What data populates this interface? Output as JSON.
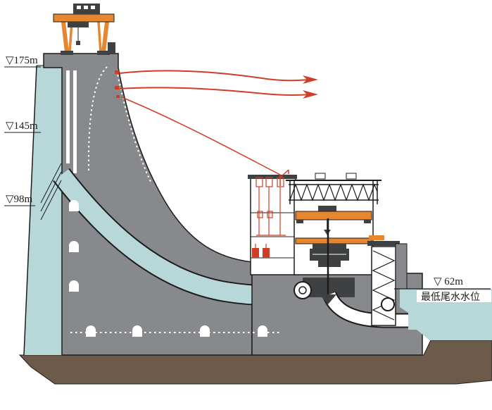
{
  "title": "hydropower-dam-cross-section",
  "labels": {
    "level_175": "▽175m",
    "level_145": "▽145m",
    "level_98": "▽98m",
    "level_62": "▽ 62m",
    "tailwater_note": "最低尾水水位"
  },
  "colors": {
    "water": "#b7d7d9",
    "dam": "#87898c",
    "structure": "#3f4042",
    "earth": "#6d5a48",
    "red": "#d13c26",
    "orange": "#e6862f",
    "ink": "#1c1c1c"
  }
}
